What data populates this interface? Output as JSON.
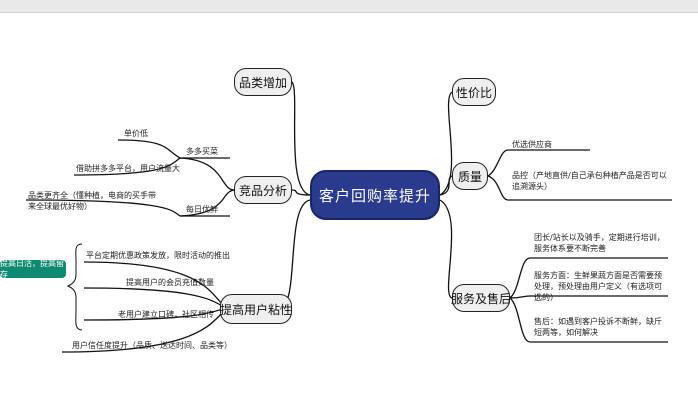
{
  "center": {
    "label": "客户回购率提升"
  },
  "left": {
    "category": {
      "label": "品类增加"
    },
    "competitor": {
      "label": "竞品分析",
      "pdd": {
        "label": "多多买菜",
        "items": [
          "单价低",
          "借助拼多多平台，用户流量大"
        ]
      },
      "daily": {
        "label": "每日优鲜",
        "items": [
          "品类更齐全（懂种植，电商的买手带来全球最优好物）"
        ]
      }
    },
    "stickiness": {
      "label": "提高用户粘性",
      "items": [
        "平台定期优惠政策发放，限时活动的推出",
        "提高用户的会员充值数量",
        "老用户建立口碑，社区相传",
        "用户信任度提升（品质、送达时间、品类等）"
      ],
      "tag": "提高日活，提高留存"
    }
  },
  "right": {
    "price": {
      "label": "性价比"
    },
    "quality": {
      "label": "质量",
      "items": [
        "优选供应商",
        "品控（产地直供/自己承包种植产品是否可以追溯源头）"
      ]
    },
    "service": {
      "label": "服务及售后",
      "items": [
        "团长/站长以及骑手，定期进行培训，服务体系要不断完善",
        "服务方面：生鲜果蔬方面是否需要预处理，预处理由用户定义（有选项可选的）",
        "售后：如遇到客户投诉不断鲜，缺斤短两等，如何解决"
      ]
    }
  }
}
